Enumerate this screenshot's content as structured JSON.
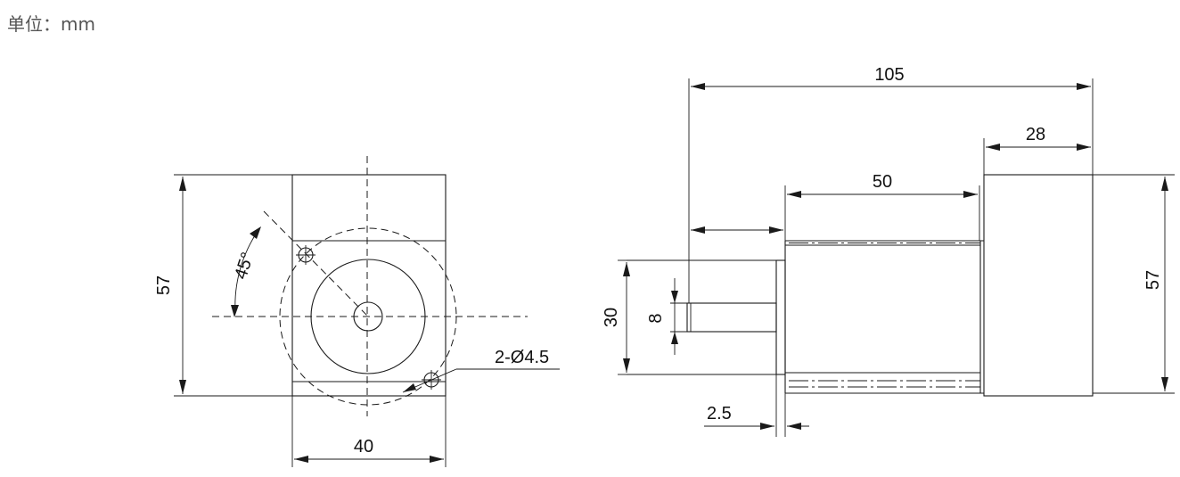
{
  "unit_label": "单位：mm",
  "front_view": {
    "height_label": "57",
    "width_label": "40",
    "angle_label": "45°",
    "hole_label": "2-Ø4.5"
  },
  "side_view": {
    "overall_length_label": "105",
    "gearbox_length_label": "28",
    "motor_length_label": "50",
    "height_label": "57",
    "flange_diameter_label": "30",
    "shaft_diameter_label": "8",
    "flange_thickness_label": "2.5"
  }
}
